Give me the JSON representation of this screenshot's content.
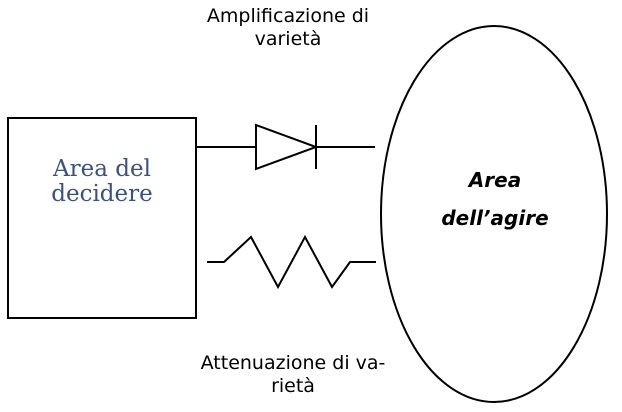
{
  "top_caption": {
    "line1": "Amplificazione di",
    "line2": "varietà"
  },
  "bottom_caption": {
    "line1": "Attenuazione di va-",
    "line2": "rietà"
  },
  "decider_area": {
    "line1": "Area del",
    "line2": "decidere"
  },
  "action_area": {
    "line1": "Area",
    "line2": "dell’agire"
  },
  "colors": {
    "decider_text": "#3a5180",
    "stroke": "#000000",
    "background": "#ffffff"
  }
}
